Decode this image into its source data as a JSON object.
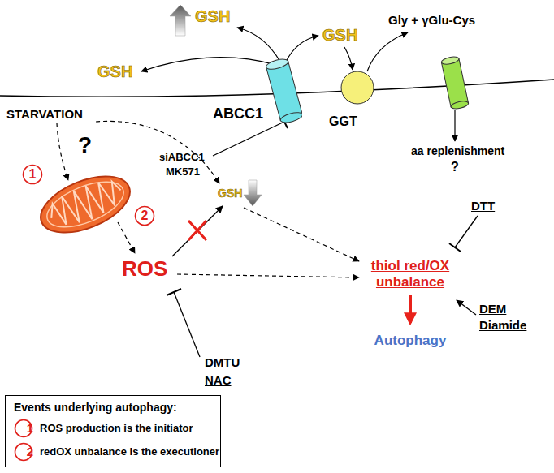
{
  "diagram": {
    "nodes": [
      {
        "text": [
          "ABCC1"
        ]
      },
      {
        "text": [
          "GGT"
        ]
      },
      {
        "text": [
          "1"
        ]
      },
      {
        "text": [
          "2"
        ]
      },
      {
        "text": [
          "Events underlying autophagy:",
          "ROS production is the initiator",
          "redOX unbalance is the executioner"
        ]
      },
      {
        "text": [
          "1"
        ],
        "in": 4
      },
      {
        "text": [
          "2"
        ],
        "in": 4
      }
    ],
    "labels": [
      "GSH",
      "GSH",
      "GSH",
      "Gly + γGlu-Cys",
      "STARVATION",
      "?",
      "siABCC1",
      "MK571",
      "GSH",
      "ROS",
      "aa replenishment",
      "?",
      "DTT",
      "thiol red/OX unbalance",
      "DEM",
      "Diamide",
      "DMTU",
      "NAC",
      "Autophagy"
    ]
  }
}
